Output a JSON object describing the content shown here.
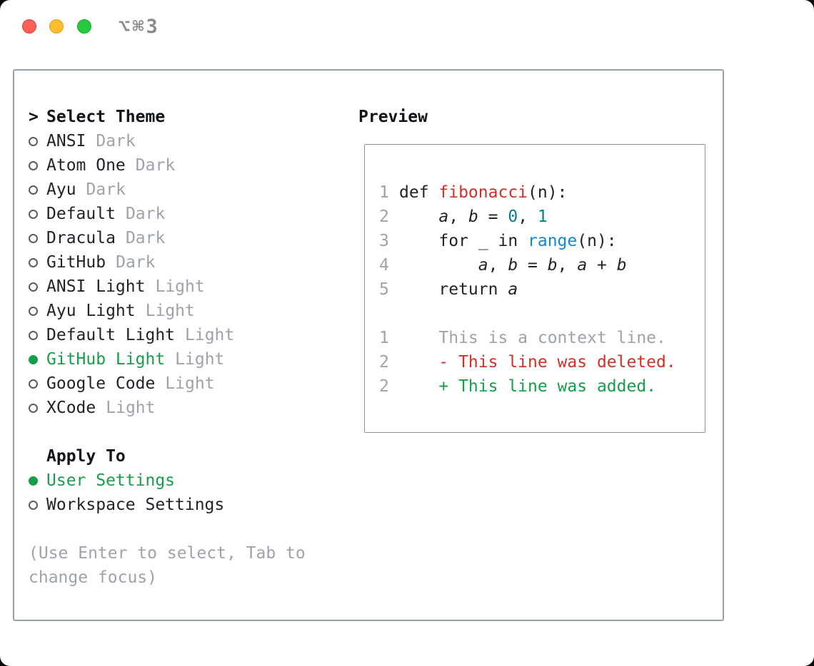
{
  "window": {
    "title": "⌥⌘3"
  },
  "theme_selector": {
    "cursor": ">",
    "heading": "Select Theme",
    "items": [
      {
        "name": "ANSI",
        "variant": "Dark",
        "selected": false
      },
      {
        "name": "Atom One",
        "variant": "Dark",
        "selected": false
      },
      {
        "name": "Ayu",
        "variant": "Dark",
        "selected": false
      },
      {
        "name": "Default",
        "variant": "Dark",
        "selected": false
      },
      {
        "name": "Dracula",
        "variant": "Dark",
        "selected": false
      },
      {
        "name": "GitHub",
        "variant": "Dark",
        "selected": false
      },
      {
        "name": "ANSI Light",
        "variant": "Light",
        "selected": false
      },
      {
        "name": "Ayu Light",
        "variant": "Light",
        "selected": false
      },
      {
        "name": "Default Light",
        "variant": "Light",
        "selected": false
      },
      {
        "name": "GitHub Light",
        "variant": "Light",
        "selected": true
      },
      {
        "name": "Google Code",
        "variant": "Light",
        "selected": false
      },
      {
        "name": "XCode",
        "variant": "Light",
        "selected": false
      }
    ]
  },
  "apply_to": {
    "heading": "Apply To",
    "options": [
      {
        "label": "User Settings",
        "selected": true
      },
      {
        "label": "Workspace Settings",
        "selected": false
      }
    ]
  },
  "hint": {
    "lines": [
      "(Use Enter to select, Tab to",
      "change focus)"
    ]
  },
  "preview": {
    "heading": "Preview",
    "lines": [
      {
        "gutter": "1",
        "segments": [
          {
            "t": "def ",
            "c": "plain"
          },
          {
            "t": "fibonacci",
            "c": "red"
          },
          {
            "t": "(n):",
            "c": "plain"
          }
        ]
      },
      {
        "gutter": "2",
        "segments": [
          {
            "t": "    ",
            "c": "plain"
          },
          {
            "t": "a",
            "c": "italic"
          },
          {
            "t": ", ",
            "c": "plain"
          },
          {
            "t": "b",
            "c": "italic"
          },
          {
            "t": " = ",
            "c": "plain"
          },
          {
            "t": "0",
            "c": "num"
          },
          {
            "t": ", ",
            "c": "plain"
          },
          {
            "t": "1",
            "c": "num"
          }
        ]
      },
      {
        "gutter": "3",
        "segments": [
          {
            "t": "    for _ in ",
            "c": "plain"
          },
          {
            "t": "range",
            "c": "blue"
          },
          {
            "t": "(n):",
            "c": "plain"
          }
        ]
      },
      {
        "gutter": "4",
        "segments": [
          {
            "t": "        ",
            "c": "plain"
          },
          {
            "t": "a",
            "c": "italic"
          },
          {
            "t": ", ",
            "c": "plain"
          },
          {
            "t": "b",
            "c": "italic"
          },
          {
            "t": " = ",
            "c": "plain"
          },
          {
            "t": "b",
            "c": "italic"
          },
          {
            "t": ", ",
            "c": "plain"
          },
          {
            "t": "a",
            "c": "italic"
          },
          {
            "t": " + ",
            "c": "plain"
          },
          {
            "t": "b",
            "c": "italic"
          }
        ]
      },
      {
        "gutter": "5",
        "segments": [
          {
            "t": "    return ",
            "c": "plain"
          },
          {
            "t": "a",
            "c": "italic"
          }
        ]
      },
      {
        "gutter": "",
        "segments": []
      },
      {
        "gutter": "1",
        "segments": [
          {
            "t": "    This is a context line.",
            "c": "gray"
          }
        ]
      },
      {
        "gutter": "2",
        "segments": [
          {
            "t": "    - This line was deleted.",
            "c": "red"
          }
        ]
      },
      {
        "gutter": "2",
        "segments": [
          {
            "t": "    + This line was added.",
            "c": "green"
          }
        ]
      }
    ]
  },
  "colors": {
    "accent_green": "#169e4a",
    "syntax_red": "#cc3326",
    "syntax_blue": "#1289cc",
    "syntax_teal": "#0c7f8f",
    "muted_gray": "#9da3a9",
    "text_dark": "#1f2328",
    "traffic_red": "#ff5f57",
    "traffic_yellow": "#febc2e",
    "traffic_green": "#28c840"
  }
}
